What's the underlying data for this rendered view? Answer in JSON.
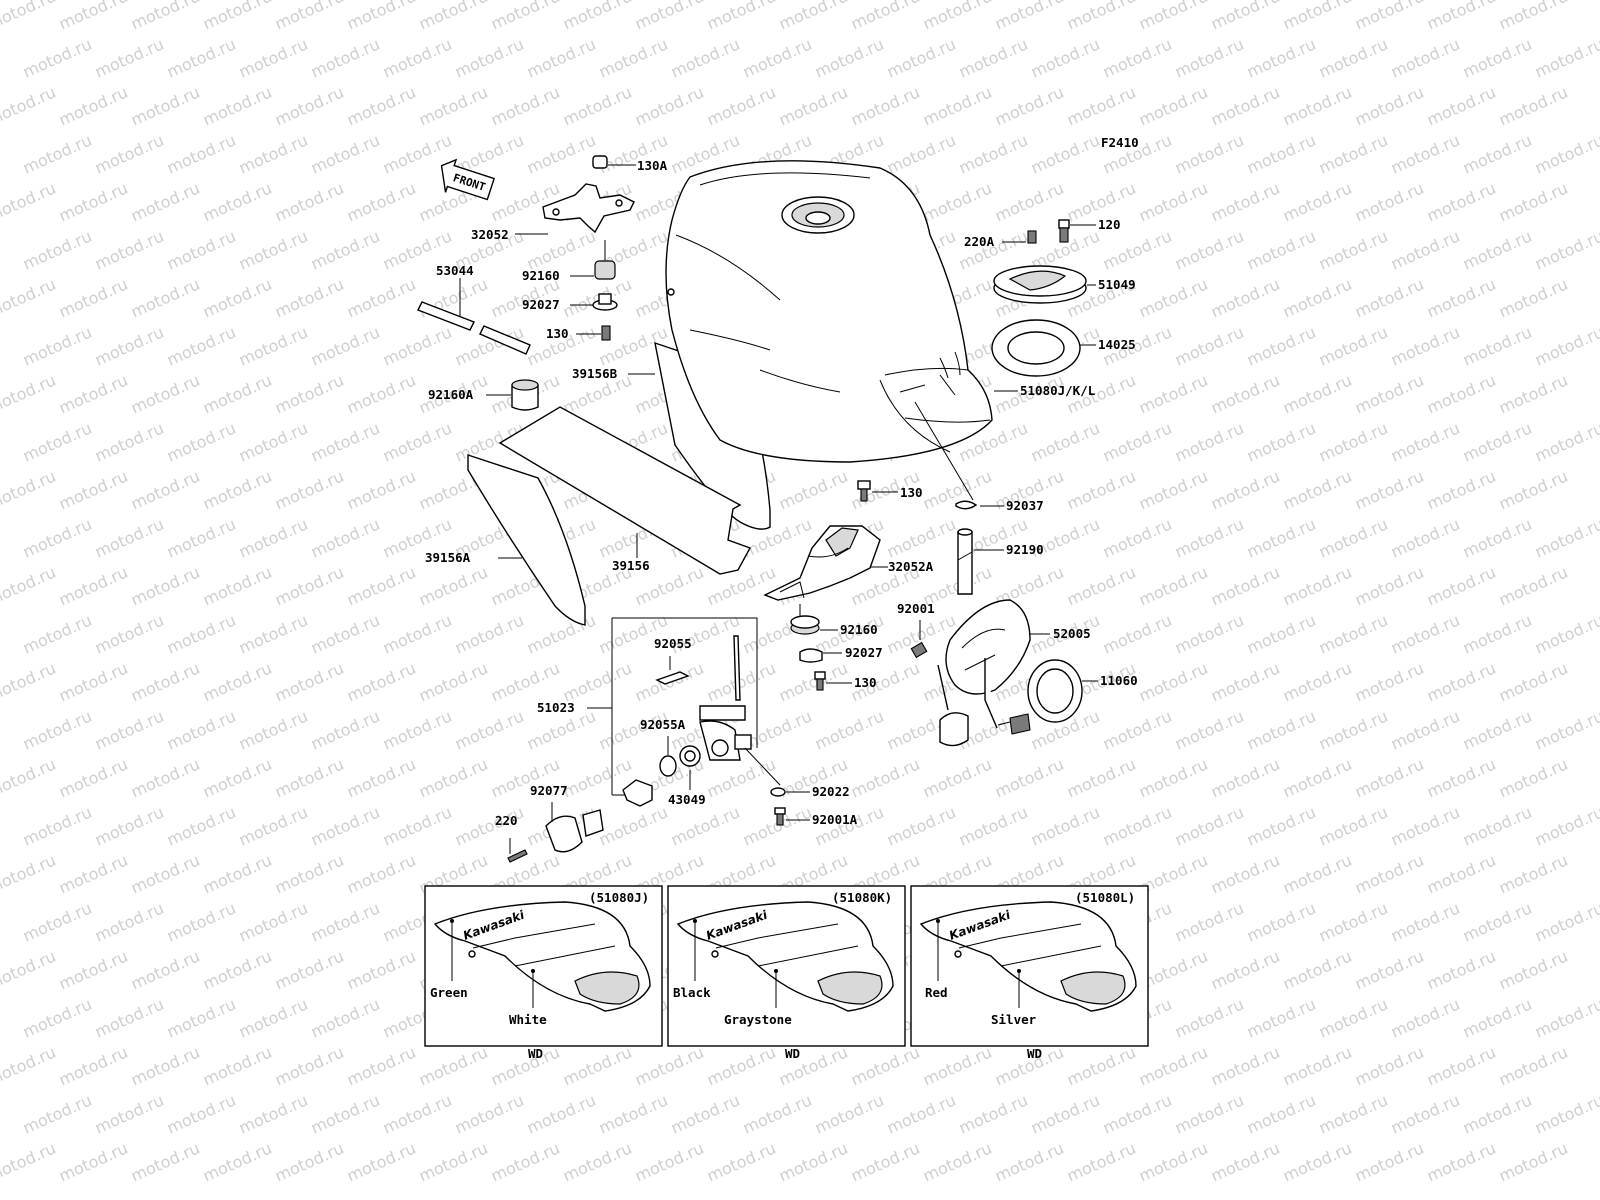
{
  "watermark": "motod.ru",
  "figure_code": "F2410",
  "front_label": "FRONT",
  "part_labels": {
    "p130A": "130A",
    "p32052": "32052",
    "p53044": "53044",
    "p92160": "92160",
    "p92027": "92027",
    "p130a": "130",
    "p39156B": "39156B",
    "p92160A": "92160A",
    "p39156A": "39156A",
    "p39156": "39156",
    "p220A": "220A",
    "p120": "120",
    "p51049": "51049",
    "p14025": "14025",
    "p51080JKL": "51080J/K/L",
    "p130b": "130",
    "p92037": "92037",
    "p92190": "92190",
    "p32052A": "32052A",
    "p92160b": "92160",
    "p92027b": "92027",
    "p130c": "130",
    "p92001": "92001",
    "p52005": "52005",
    "p11060": "11060",
    "p92055": "92055",
    "p51023": "51023",
    "p92055A": "92055A",
    "p43049": "43049",
    "p92022": "92022",
    "p92001A": "92001A",
    "p92077": "92077",
    "p220": "220"
  },
  "variants": [
    {
      "code": "(51080J)",
      "logo": "Kawasaki",
      "color1": "Green",
      "color2": "White",
      "region": "WD"
    },
    {
      "code": "(51080K)",
      "logo": "Kawasaki",
      "color1": "Black",
      "color2": "Graystone",
      "region": "WD"
    },
    {
      "code": "(51080L)",
      "logo": "Kawasaki",
      "color1": "Red",
      "color2": "Silver",
      "region": "WD"
    }
  ]
}
